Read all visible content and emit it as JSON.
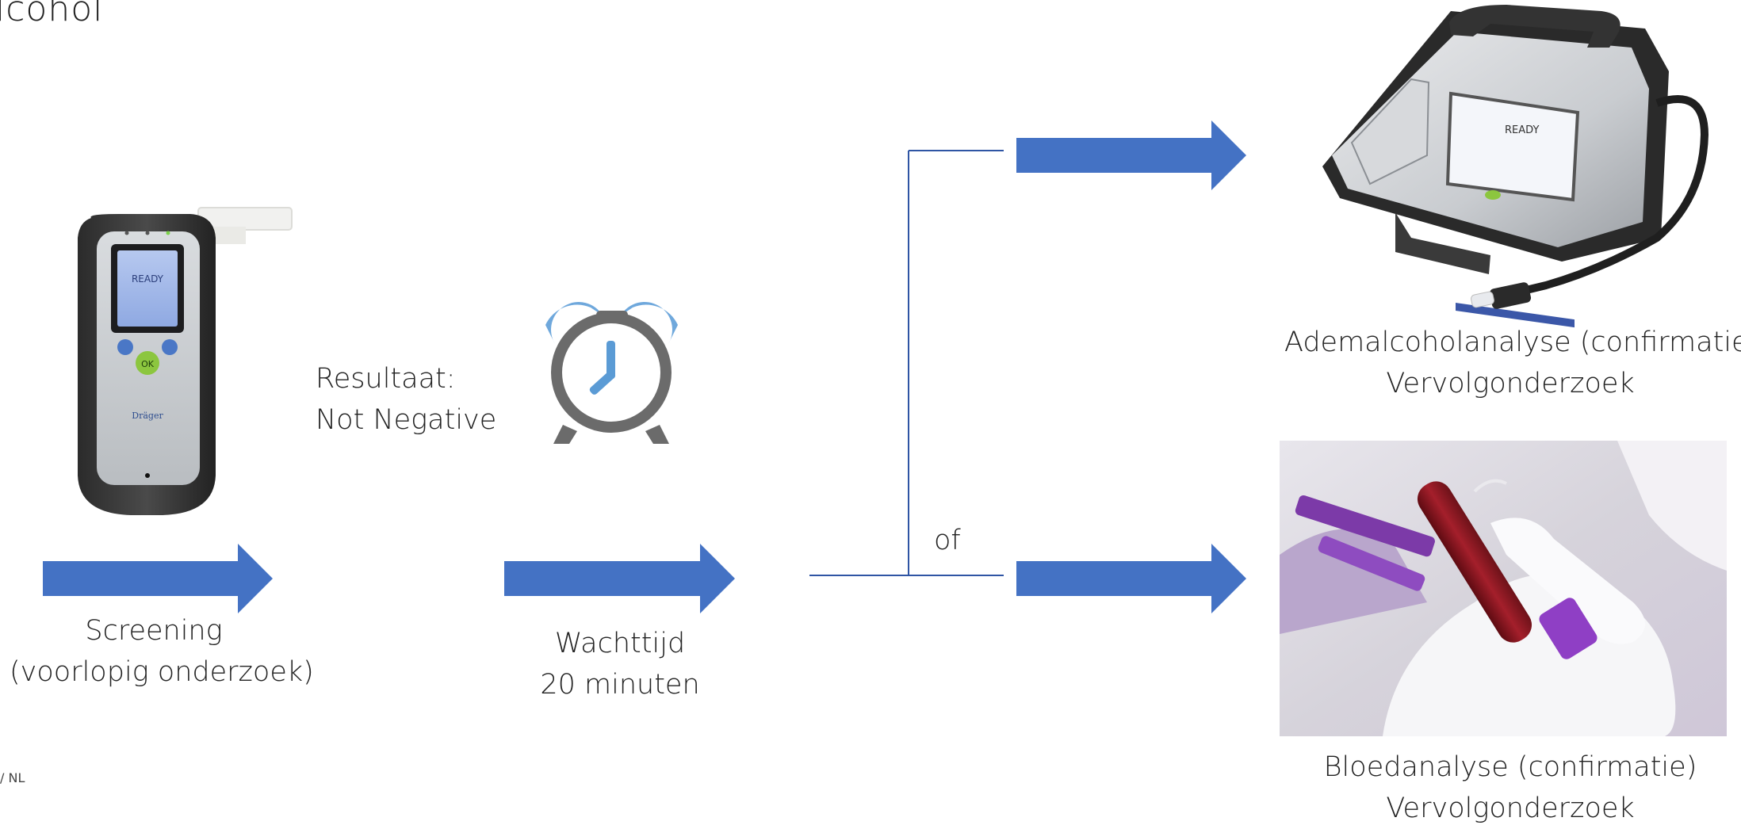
{
  "page": {
    "title_fragment": "lcohol",
    "footer_fragment": "/ NL"
  },
  "diagram": {
    "screening": {
      "line1": "Screening",
      "line2": "(voorlopig onderzoek)"
    },
    "result": {
      "line1": "Resultaat:",
      "line2": "Not Negative"
    },
    "wait": {
      "line1": "Wachttijd",
      "line2": "20 minuten"
    },
    "branch_label": "of",
    "breath": {
      "line1": "Ademalcoholanalyse (confirmatie)",
      "line2": "Vervolgonderzoek"
    },
    "blood": {
      "line1": "Bloedanalyse (confirmatie)",
      "line2": "Vervolgonderzoek"
    },
    "device_screen": {
      "ready": "READY",
      "brand": "Dräger"
    },
    "analyser_screen": {
      "ready": "READY"
    },
    "colors": {
      "arrow": "#4472C4",
      "line": "#2F55A4",
      "clock": "#6b6b6b",
      "bells": "#6FA8DC",
      "hands": "#5B9BD5"
    }
  }
}
